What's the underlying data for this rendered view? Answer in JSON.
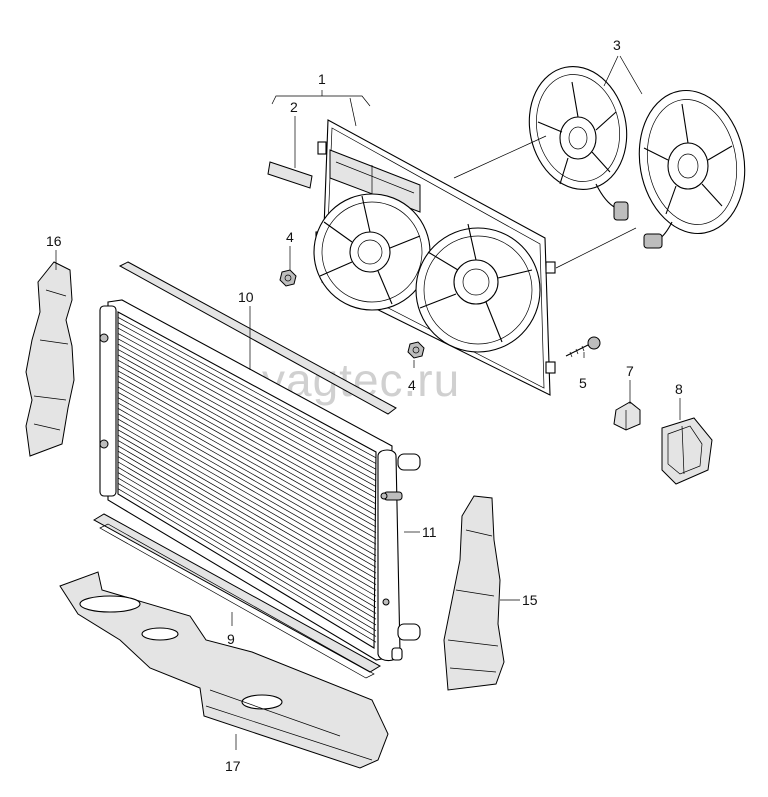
{
  "watermark": "vagtec.ru",
  "callouts": [
    {
      "id": "label-1",
      "text": "1"
    },
    {
      "id": "label-2",
      "text": "2"
    },
    {
      "id": "label-3",
      "text": "3"
    },
    {
      "id": "label-4a",
      "text": "4"
    },
    {
      "id": "label-4b",
      "text": "4"
    },
    {
      "id": "label-5",
      "text": "5"
    },
    {
      "id": "label-7",
      "text": "7"
    },
    {
      "id": "label-8",
      "text": "8"
    },
    {
      "id": "label-9",
      "text": "9"
    },
    {
      "id": "label-10",
      "text": "10"
    },
    {
      "id": "label-11",
      "text": "11"
    },
    {
      "id": "label-15",
      "text": "15"
    },
    {
      "id": "label-16",
      "text": "16"
    },
    {
      "id": "label-17",
      "text": "17"
    }
  ]
}
